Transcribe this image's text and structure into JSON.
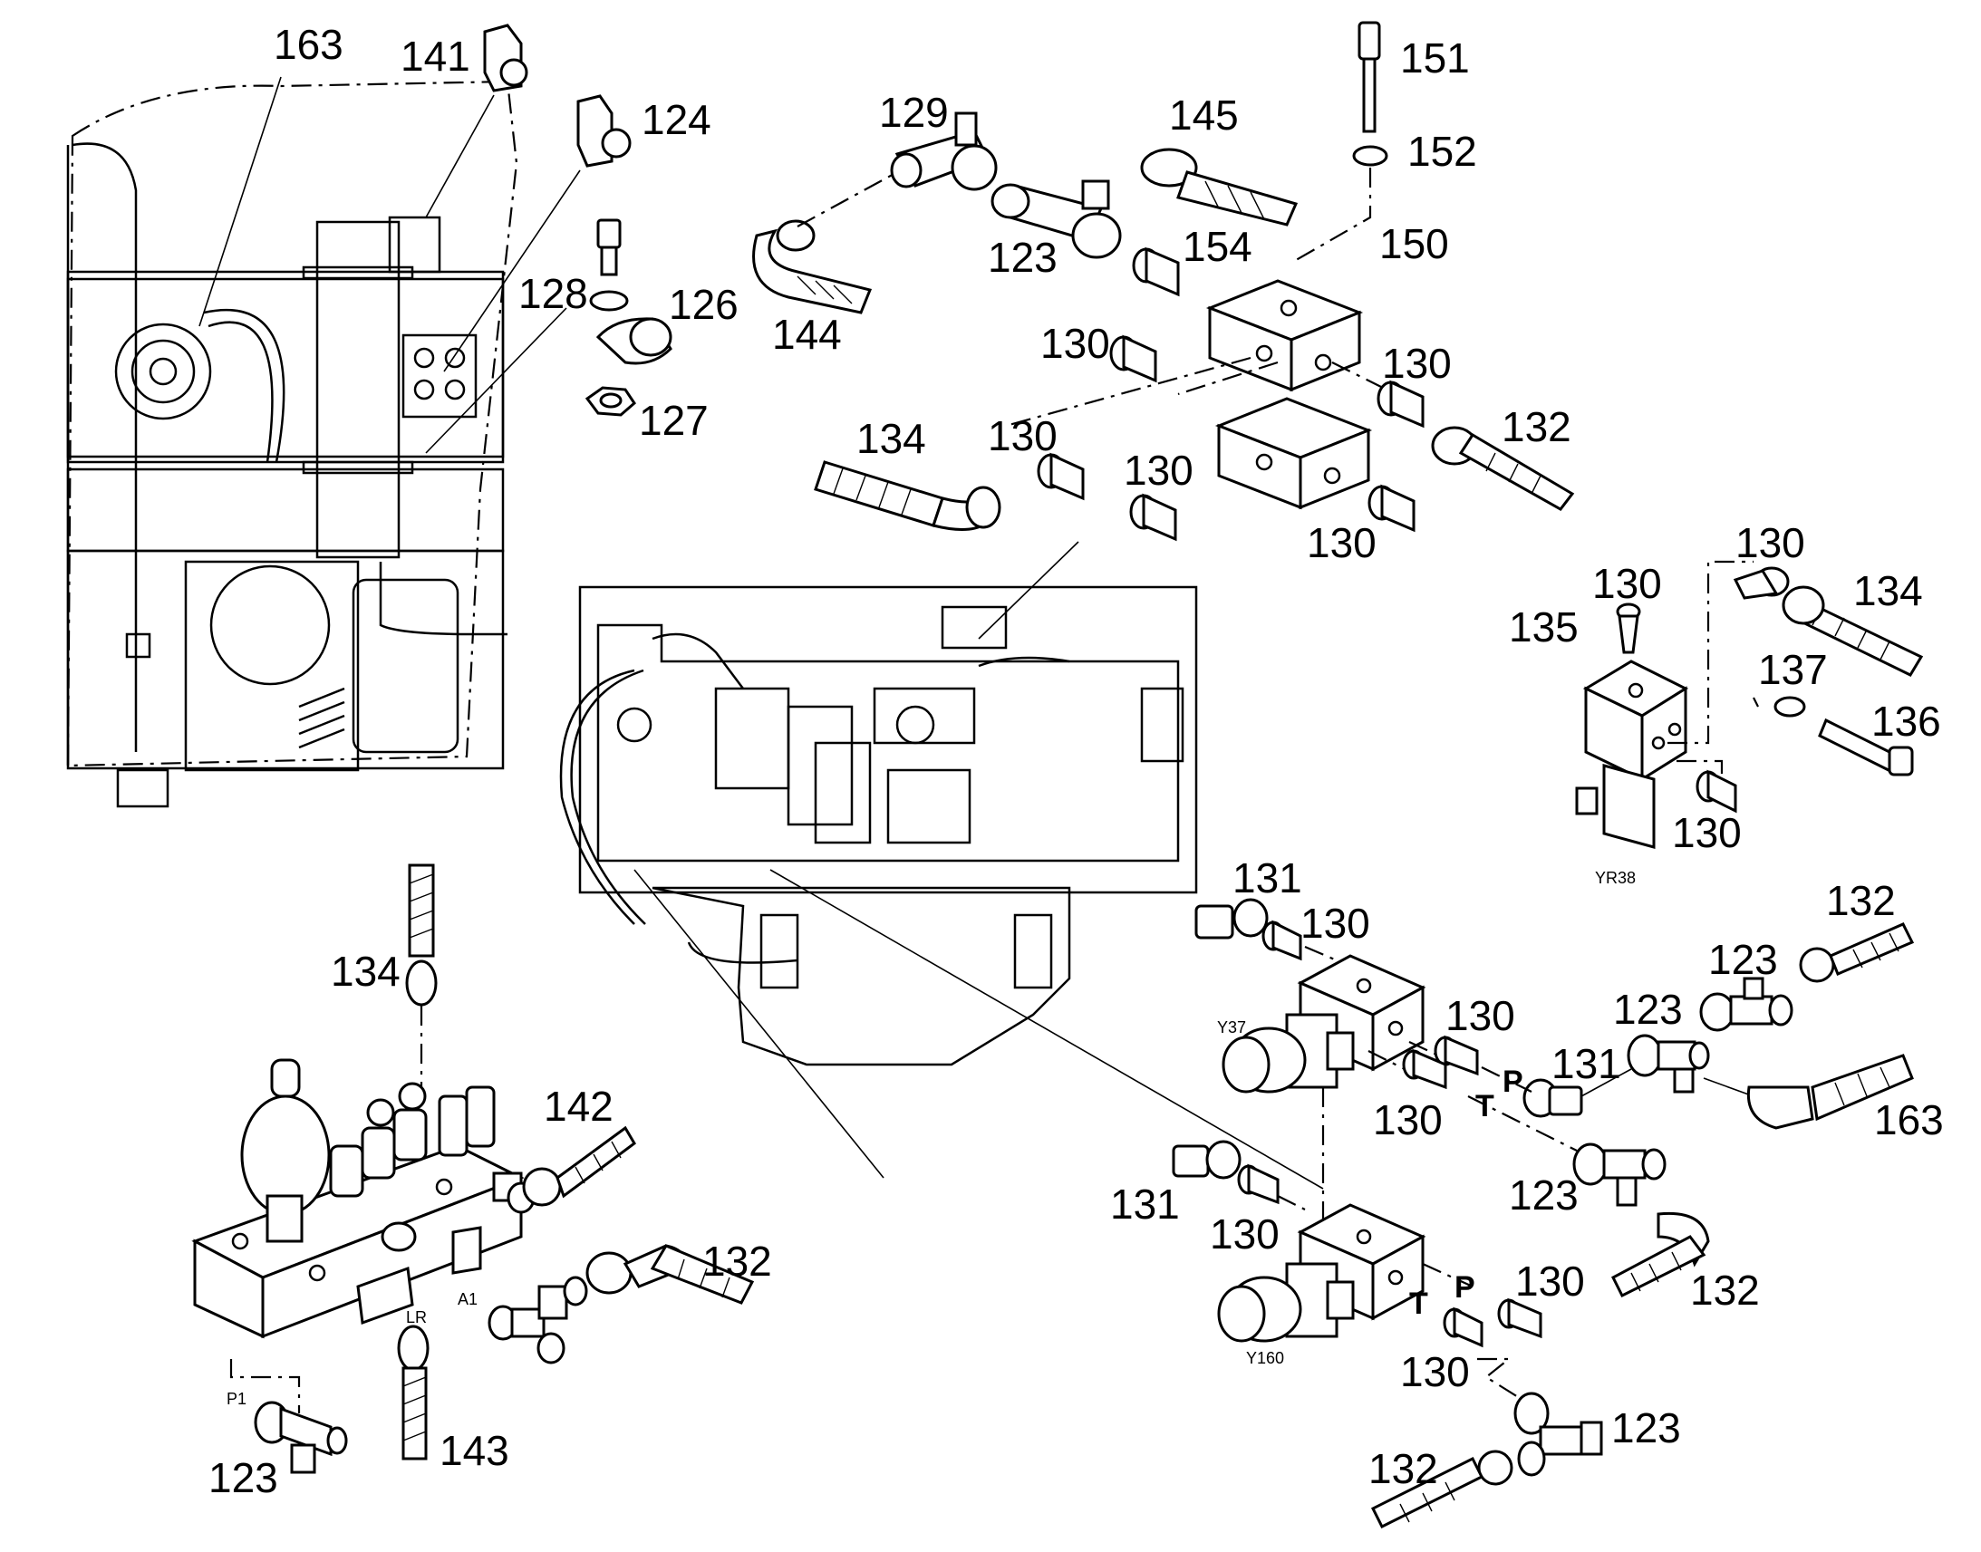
{
  "callouts": [
    {
      "id": "c-163-a",
      "text": "163"
    },
    {
      "id": "c-141",
      "text": "141"
    },
    {
      "id": "c-124",
      "text": "124"
    },
    {
      "id": "c-128",
      "text": "128"
    },
    {
      "id": "c-126",
      "text": "126"
    },
    {
      "id": "c-127",
      "text": "127"
    },
    {
      "id": "c-129",
      "text": "129"
    },
    {
      "id": "c-145",
      "text": "145"
    },
    {
      "id": "c-151",
      "text": "151"
    },
    {
      "id": "c-152",
      "text": "152"
    },
    {
      "id": "c-123-a",
      "text": "123"
    },
    {
      "id": "c-154",
      "text": "154"
    },
    {
      "id": "c-150",
      "text": "150"
    },
    {
      "id": "c-144",
      "text": "144"
    },
    {
      "id": "c-130-a",
      "text": "130"
    },
    {
      "id": "c-130-b",
      "text": "130"
    },
    {
      "id": "c-134-a",
      "text": "134"
    },
    {
      "id": "c-130-c",
      "text": "130"
    },
    {
      "id": "c-132-a",
      "text": "132"
    },
    {
      "id": "c-130-d",
      "text": "130"
    },
    {
      "id": "c-130-e",
      "text": "130"
    },
    {
      "id": "c-130-f",
      "text": "130"
    },
    {
      "id": "c-130-g",
      "text": "130"
    },
    {
      "id": "c-134-b",
      "text": "134"
    },
    {
      "id": "c-135",
      "text": "135"
    },
    {
      "id": "c-137",
      "text": "137"
    },
    {
      "id": "c-136",
      "text": "136"
    },
    {
      "id": "c-130-h",
      "text": "130"
    },
    {
      "id": "c-131-a",
      "text": "131"
    },
    {
      "id": "c-130-i",
      "text": "130"
    },
    {
      "id": "c-132-b",
      "text": "132"
    },
    {
      "id": "c-123-b",
      "text": "123"
    },
    {
      "id": "c-123-c",
      "text": "123"
    },
    {
      "id": "c-130-j",
      "text": "130"
    },
    {
      "id": "c-131-b",
      "text": "131"
    },
    {
      "id": "c-130-k",
      "text": "130"
    },
    {
      "id": "c-163-b",
      "text": "163"
    },
    {
      "id": "c-134-c",
      "text": "134"
    },
    {
      "id": "c-142",
      "text": "142"
    },
    {
      "id": "c-123-d",
      "text": "123"
    },
    {
      "id": "c-131-c",
      "text": "131"
    },
    {
      "id": "c-130-l",
      "text": "130"
    },
    {
      "id": "c-132-c",
      "text": "132"
    },
    {
      "id": "c-132-d",
      "text": "132"
    },
    {
      "id": "c-130-m",
      "text": "130"
    },
    {
      "id": "c-130-n",
      "text": "130"
    },
    {
      "id": "c-123-e",
      "text": "123"
    },
    {
      "id": "c-143",
      "text": "143"
    },
    {
      "id": "c-132-e",
      "text": "132"
    },
    {
      "id": "c-123-f",
      "text": "123"
    }
  ],
  "component_labels": {
    "yr38": "YR38",
    "y37": "Y37",
    "y160": "Y160",
    "p1": "P1",
    "lr": "LR",
    "a1": "A1"
  },
  "port_labels": {
    "p_upper": "P",
    "t_upper": "T",
    "t_lower": "T",
    "p_lower": "P"
  }
}
